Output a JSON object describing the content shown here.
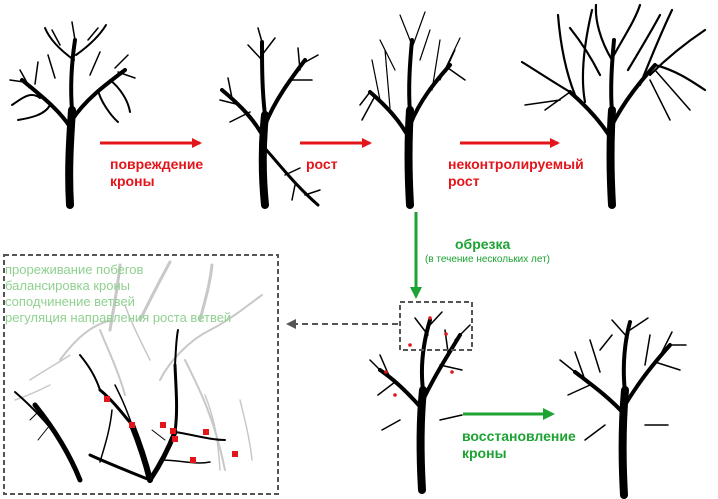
{
  "labels": {
    "damage": [
      "повреждение",
      "кроны"
    ],
    "growth": "рост",
    "uncontrolled": [
      "неконтролируемый",
      "рост"
    ],
    "pruning": "обрезка",
    "pruning_note": "(в течение нескольких лет)",
    "restoration": [
      "восстановление",
      "кроны"
    ]
  },
  "inset_list": [
    "прореживание побегов",
    "балансировка кроны",
    "соподчинение ветвей",
    "регуляция направления роста ветвей"
  ],
  "colors": {
    "trunk": "#000000",
    "red_arrow": "#e3151b",
    "green_arrow": "#1ca332",
    "inset_text": "#8fd18f",
    "cut_marks": "#e3151b",
    "pruned_branches": "#c8c8c8",
    "dashed_frame": "#555555"
  }
}
